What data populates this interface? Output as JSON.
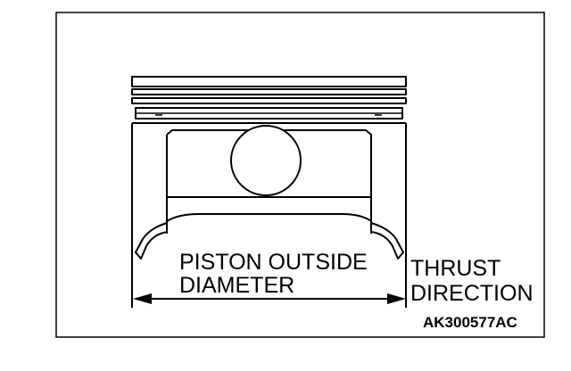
{
  "colors": {
    "ink": "#000000",
    "paper": "#ffffff"
  },
  "labels": {
    "measurement_line1": "PISTON OUTSIDE",
    "measurement_line2": "DIAMETER",
    "thrust_line1": "THRUST",
    "thrust_line2": "DIRECTION",
    "figure_code": "AK300577AC"
  }
}
